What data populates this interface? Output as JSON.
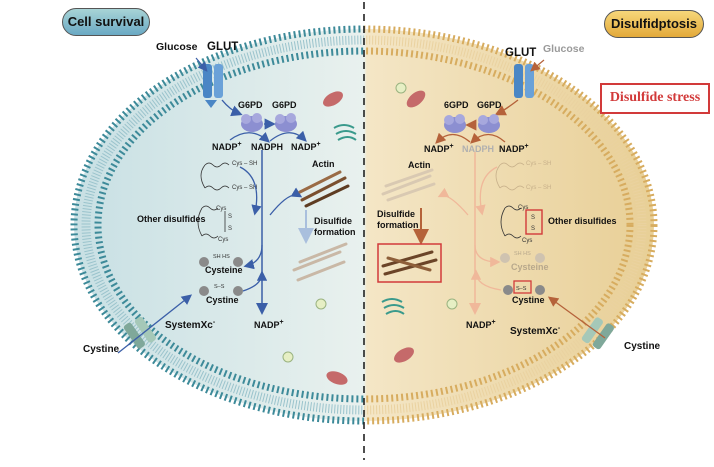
{
  "header": {
    "left_title": "Cell survival",
    "right_title": "Disulfidptosis",
    "stress_label": "Disulfide stress"
  },
  "left": {
    "glucose": "Glucose",
    "glut": "GLUT",
    "g6pd_1": "G6PD",
    "g6pd_2": "G6PD",
    "nadp_plus_1": "NADP",
    "nadph": "NADPH",
    "nadp_plus_2": "NADP",
    "actin": "Actin",
    "disulfide_formation_1": "Disulfide",
    "disulfide_formation_2": "formation",
    "other_disulfides": "Other disulfides",
    "cys_sh_1": "Cys",
    "sh_1": "SH",
    "cys_sh_2": "Cys",
    "sh_2": "SH",
    "cys_top": "Cys",
    "cys_bottom": "Cys",
    "s1": "S",
    "s2": "S",
    "sh_hs": "SH HS",
    "cysteine": "Cysteine",
    "ss": "S–S",
    "cystine_inner": "Cystine",
    "nadp_plus_bottom": "NADP",
    "systemxc": "SystemXc",
    "cystine_outer": "Cystine",
    "plus": "+",
    "minus": "-"
  },
  "right": {
    "glut": "GLUT",
    "glucose": "Glucose",
    "g6pd_1": "6GPD",
    "g6pd_2": "G6PD",
    "nadp_plus_1": "NADP",
    "nadph": "NADPH",
    "nadp_plus_2": "NADP",
    "actin": "Actin",
    "disulfide_formation_1": "Disulfide",
    "disulfide_formation_2": "formation",
    "other_disulfides": "Other disulfides",
    "cys_sh_1": "Cys",
    "sh_1": "SH",
    "cys_sh_2": "Cys",
    "sh_2": "SH",
    "cys_top": "Cys",
    "cys_bottom": "Cys",
    "s1": "S",
    "s2": "S",
    "sh_hs": "SH HS",
    "cysteine": "Cysteine",
    "ss": "S–S",
    "cystine_inner": "Cystine",
    "nadp_plus_bottom": "NADP",
    "systemxc": "SystemXc",
    "cystine_outer": "Cystine",
    "plus": "+",
    "minus": "-"
  },
  "colors": {
    "left_bg": "#cfe3e6",
    "right_bg": "#efd9ab",
    "membrane_left": "#3d8a99",
    "membrane_right": "#d7ac5f",
    "arrow_blue": "#3b5fa8",
    "arrow_brown": "#b5623a",
    "stress_red": "#d23a3a"
  }
}
